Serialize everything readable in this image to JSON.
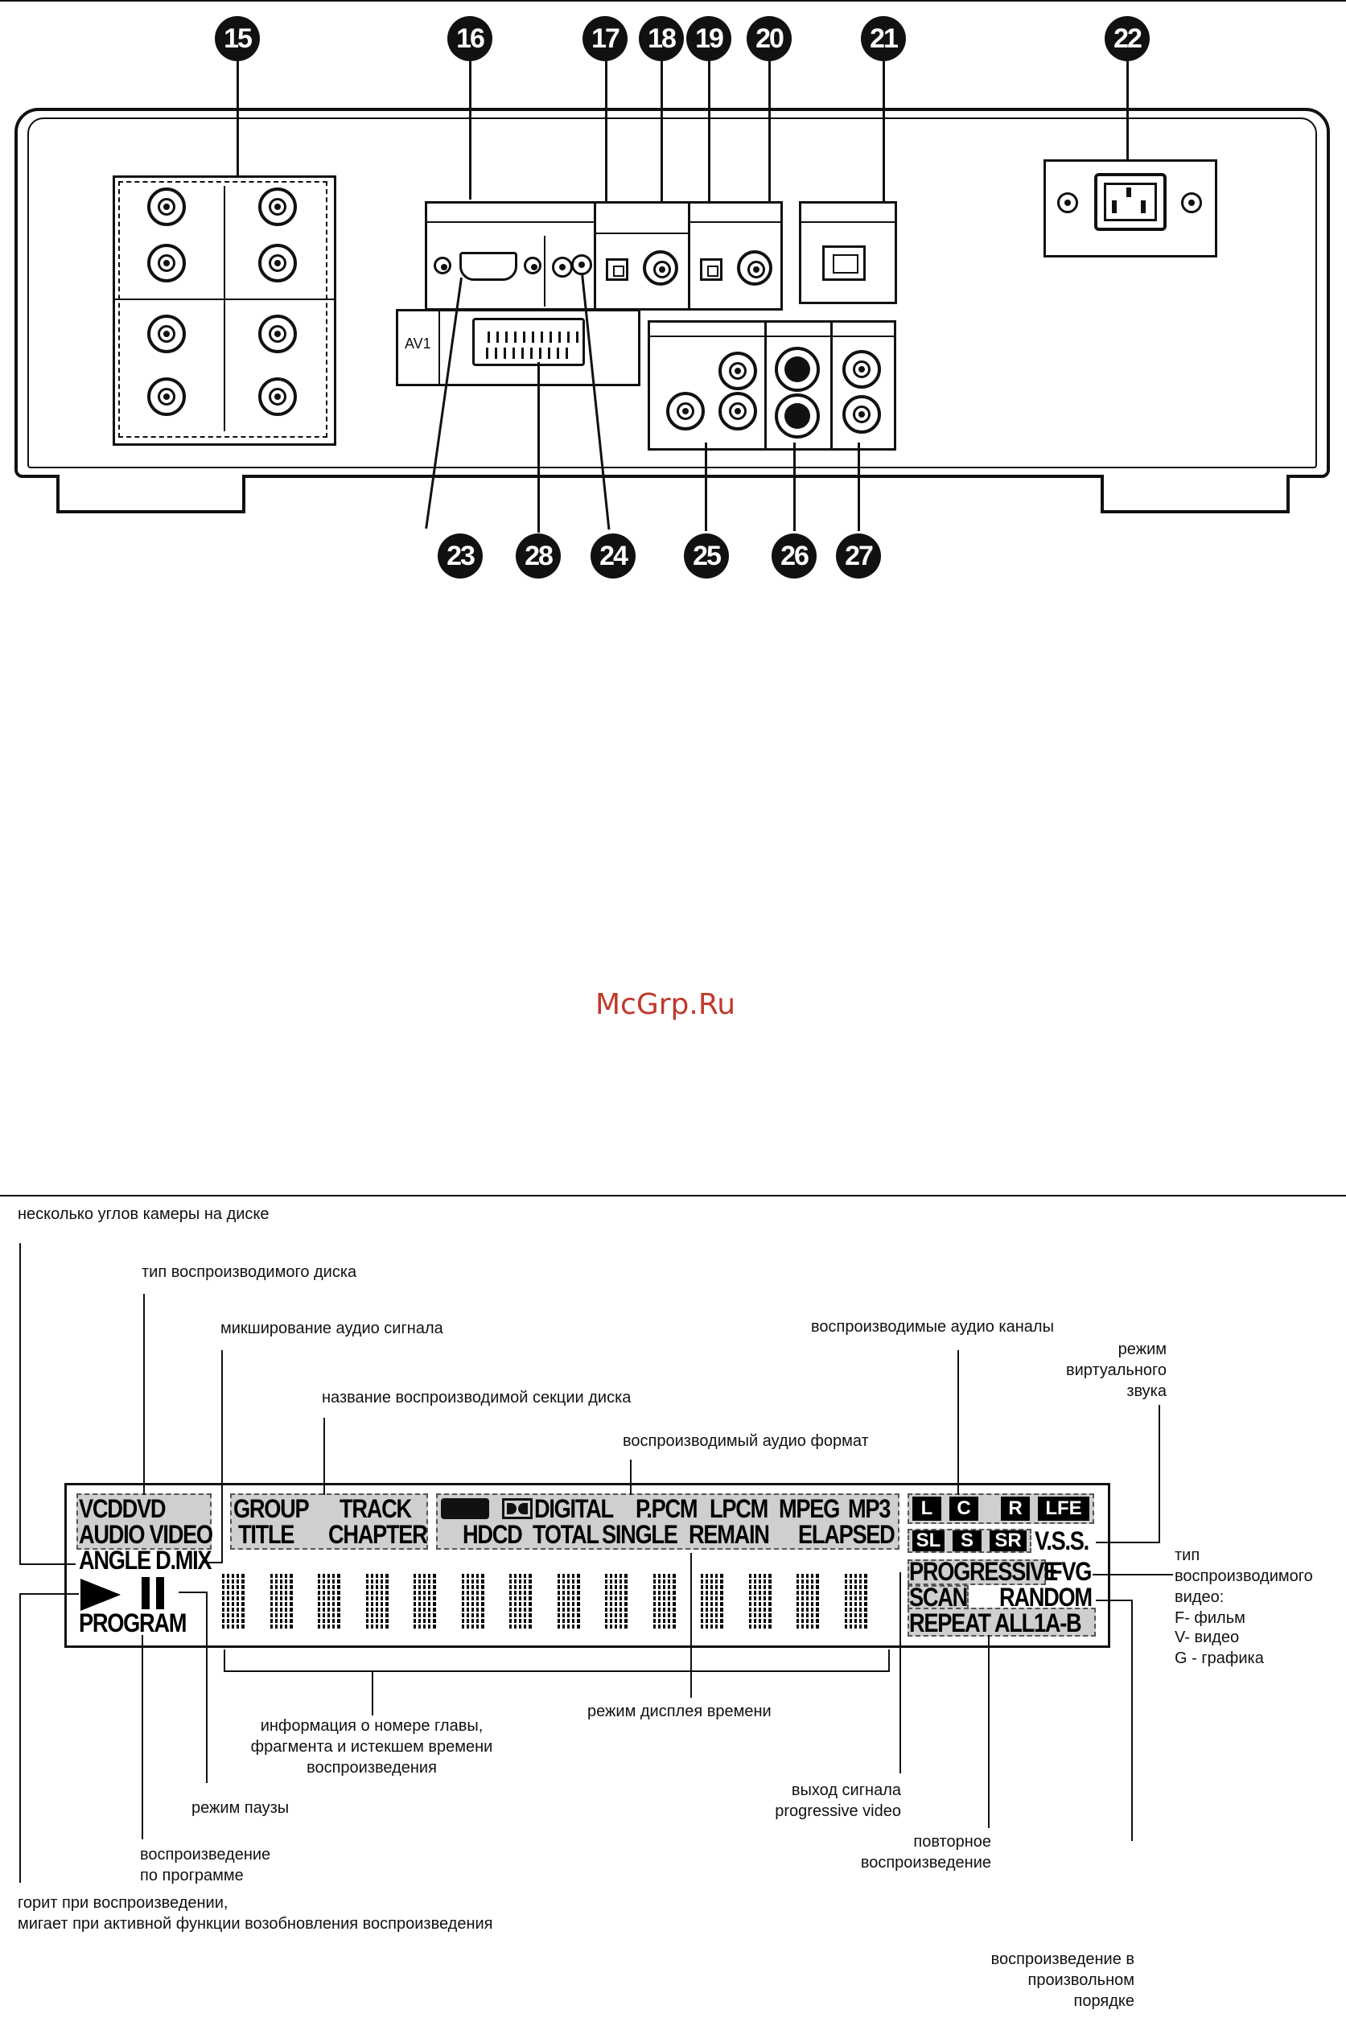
{
  "callouts_top": [
    "15",
    "16",
    "17",
    "18",
    "19",
    "20",
    "21",
    "22"
  ],
  "callouts_bottom": [
    "23",
    "28",
    "24",
    "25",
    "26",
    "27"
  ],
  "rear_panel": {
    "av1": "AV1"
  },
  "watermark": "McGrp.Ru",
  "lcd": {
    "row1_left": "VCDDVD",
    "row2_left": "AUDIO VIDEO",
    "row3_left": "ANGLE D.MIX",
    "group": "GROUP",
    "track": "TRACK",
    "title": "TITLE",
    "chapter": "CHAPTER",
    "digital": "DIGITAL",
    "ppcm": "P.PCM",
    "lpcm": "LPCM",
    "mpeg": "MPEG",
    "mp3": "MP3",
    "hdcd": "HDCD",
    "total": "TOTAL",
    "single": "SINGLE",
    "remain": "REMAIN",
    "elapsed": "ELAPSED",
    "ch_l": "L",
    "ch_c": "C",
    "ch_r": "R",
    "ch_lfe": "LFE",
    "ch_sl": "SL",
    "ch_s": "S",
    "ch_sr": "SR",
    "vss": "V.S.S.",
    "progressive": "PROGRESSIVE",
    "fvg": "FVG",
    "scan": "SCAN",
    "random": "RANDOM",
    "repeat": "REPEAT ALL1A-B",
    "program": "PROGRAM"
  },
  "labels": {
    "angles": "несколько углов камеры на диске",
    "disc_type": "тип воспроизводимого диска",
    "mix": "микширование аудио сигнала",
    "section": "название воспроизводимой секции диска",
    "audio_format": "воспроизводимый аудио формат",
    "audio_channels": "воспроизводимые аудио каналы",
    "vss_1": "режим",
    "vss_2": "виртуального",
    "vss_3": "звука",
    "video_type_1": "тип",
    "video_type_2": "воспроизводимого",
    "video_type_3": "видео:",
    "video_type_4": "F- фильм",
    "video_type_5": "V- видео",
    "video_type_6": "G - графика",
    "info_1": "информация о номере главы,",
    "info_2": "фрагмента и истекшем времени",
    "info_3": "воспроизведения",
    "time_mode": "режим дисплея времени",
    "prog_out_1": "выход сигнала",
    "prog_out_2": "progressive video",
    "pause": "режим паузы",
    "repeat_1": "повторное",
    "repeat_2": "воспроизведение",
    "program_1": "воспроизведение",
    "program_2": "по программе",
    "play_1": "горит при воспроизведении,",
    "play_2": "мигает при активной функции возобновления воспроизведения",
    "random_1": "воспроизведение в",
    "random_2": "произвольном",
    "random_3": "порядке"
  }
}
